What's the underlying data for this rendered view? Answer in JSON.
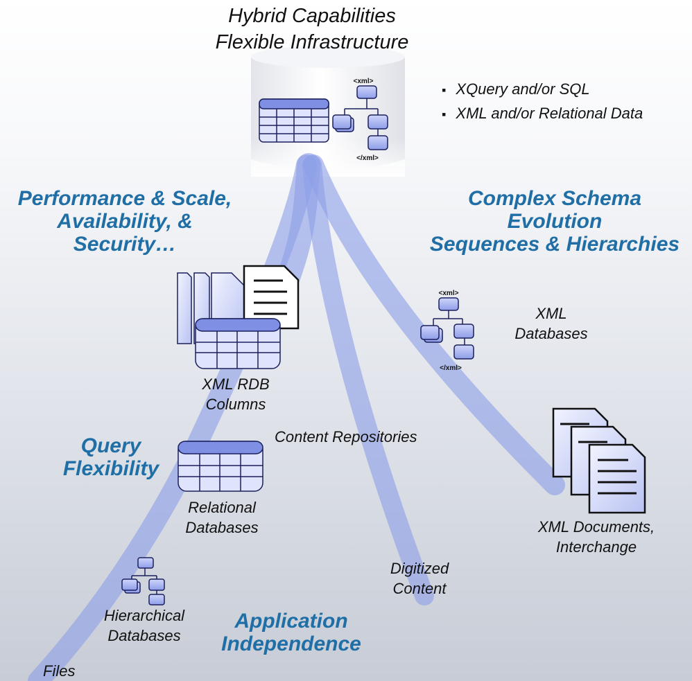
{
  "header": {
    "line1": "Hybrid Capabilities",
    "line2": "Flexible Infrastructure"
  },
  "bullets": [
    "XQuery and/or SQL",
    "XML and/or Relational Data"
  ],
  "themes": {
    "performance": [
      "Performance & Scale,",
      "Availability, &",
      "Security…"
    ],
    "schema": [
      "Complex Schema",
      "Evolution",
      "Sequences & Hierarchies"
    ],
    "query": [
      "Query",
      "Flexibility"
    ],
    "application": [
      "Application",
      "Independence"
    ]
  },
  "nodes": {
    "xml_rdb": [
      "XML RDB",
      "Columns"
    ],
    "xml_databases": [
      "XML",
      "Databases"
    ],
    "content_repositories": "Content Repositories",
    "relational": [
      "Relational",
      "Databases"
    ],
    "xml_documents": [
      "XML Documents,",
      "Interchange"
    ],
    "digitized": [
      "Digitized",
      "Content"
    ],
    "hierarchical": [
      "Hierarchical",
      "Databases"
    ],
    "files": "Files"
  },
  "xml_tags": {
    "open": "<xml>",
    "close": "</xml>"
  },
  "colors": {
    "ribbon": "#8e9fe6",
    "accent_text": "#1f6ea5",
    "icon_fill": "#a6b3f2",
    "icon_stroke": "#1a1f5c"
  }
}
